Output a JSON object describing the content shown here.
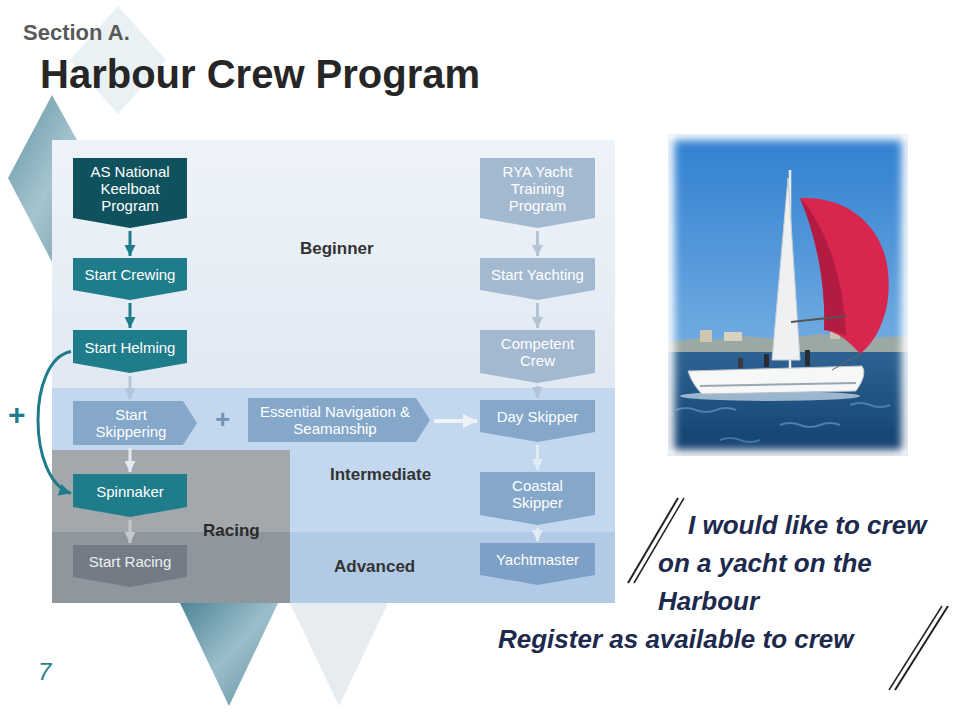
{
  "diagram": {
    "title": "Harbour Crew Program",
    "nodes": [
      {
        "text": [
          "Beginner"
        ]
      },
      {
        "text": [
          "AS National Keelboat Program"
        ],
        "in": 0
      },
      {
        "text": [
          "RYA Yacht Training Program"
        ],
        "in": 0
      },
      {
        "text": [
          "Start Crewing"
        ],
        "in": 0
      },
      {
        "text": [
          "Start Yachting"
        ],
        "in": 0
      },
      {
        "text": [
          "Start Helming"
        ],
        "in": 0
      },
      {
        "text": [
          "Competent Crew"
        ],
        "in": 0
      },
      {
        "text": [
          "Intermediate"
        ]
      },
      {
        "text": [
          "Start Skippering"
        ],
        "in": 7
      },
      {
        "text": [
          "Essential Navigation & Seamanship"
        ],
        "in": 7
      },
      {
        "text": [
          "Day Skipper"
        ],
        "in": 7
      },
      {
        "text": [
          "Racing"
        ]
      },
      {
        "text": [
          "Spinnaker"
        ],
        "in": 11
      },
      {
        "text": [
          "Coastal Skipper"
        ],
        "in": 7
      },
      {
        "text": [
          "Advanced"
        ]
      },
      {
        "text": [
          "Start Racing"
        ],
        "in": 11
      },
      {
        "text": [
          "Yachtmaster"
        ],
        "in": 14
      }
    ],
    "edges": [
      {
        "from": 1,
        "to": 3,
        "arrow": "to"
      },
      {
        "from": 3,
        "to": 5,
        "arrow": "to"
      },
      {
        "from": 5,
        "to": 8,
        "arrow": "to"
      },
      {
        "from": 8,
        "to": 12,
        "arrow": "to"
      },
      {
        "from": 12,
        "to": 15,
        "arrow": "to"
      },
      {
        "from": 2,
        "to": 4,
        "arrow": "to"
      },
      {
        "from": 4,
        "to": 6,
        "arrow": "to"
      },
      {
        "from": 6,
        "to": 10,
        "arrow": "to"
      },
      {
        "from": 10,
        "to": 13,
        "arrow": "to"
      },
      {
        "from": 13,
        "to": 16,
        "arrow": "to"
      },
      {
        "from": 9,
        "to": 10,
        "arrow": "to"
      },
      {
        "from": 5,
        "to": 12,
        "arrow": "to"
      }
    ],
    "labels": [
      "Section A.",
      "+",
      "+",
      "I would like to crew on a yacht on the Harbour",
      "Register as available to crew",
      "7"
    ]
  }
}
